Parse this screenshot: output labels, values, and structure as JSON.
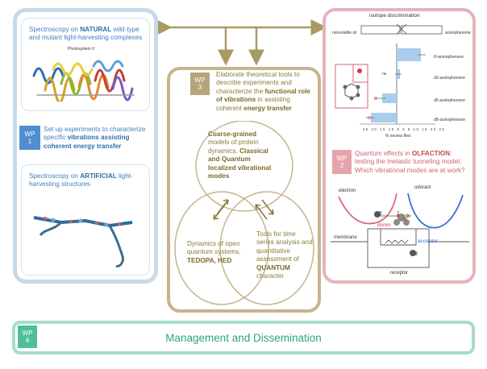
{
  "wp1": {
    "badge": "WP\n1",
    "natural_prefix": "Spectroscopy on ",
    "natural_bold": "NATURAL",
    "natural_suffix": " wild-type and mutant light-harvesting complexes",
    "photosystem_label": "Photosystem II",
    "setup_prefix": "Set up experiments to characterize specific ",
    "setup_bold1": "vibrations assisting coherent energy transfer",
    "artificial_prefix": "Spectroscopy on ",
    "artificial_bold": "ARTIFICIAL",
    "artificial_suffix": " light-harvesting structures"
  },
  "wp3": {
    "badge": "WP\n3",
    "intro_1": "Elaborate theoretical tools to describe experiments and characterize the ",
    "intro_bold1": "functional role of vibrations",
    "intro_2": " in assisting coherent ",
    "intro_bold2": "energy transfer",
    "circle_top_1": "Coarse-grained",
    "circle_top_2": " models of protein dynamics. ",
    "circle_top_3": "Classical and Quantum localized vibrational modes",
    "circle_left_1": "Dynamics of open quantum systems, ",
    "circle_left_bold": "TEDOPA, HED",
    "circle_right_1": "Tools for time series analysis and quantitative assessment of ",
    "circle_right_bold": "QUANTUM",
    "circle_right_2": " character"
  },
  "wp2": {
    "badge": "WP\n2",
    "title_1": "Quantum effects in ",
    "title_bold": "OLFACTION",
    "title_2": ": testing the Inelastic tunneling model. Which vibrational modes are at work?",
    "isotope_title": "isotope discrimination",
    "nonvolatile": "nonvolatile oil",
    "acetophenone": "acetophenone",
    "bar_labels": [
      "H-acetophenone",
      "d3-acetophenone",
      "d5-acetophenone",
      "d8-acetophenone"
    ],
    "xaxis": "% excess flies",
    "ticks": [
      "25",
      "20",
      "15",
      "10",
      "5",
      "0",
      "5",
      "10",
      "15",
      "20",
      "25"
    ],
    "ns": "ns",
    "electron": "electron",
    "odorant": "odorant",
    "donor": "donor",
    "acceptor": "acceptor",
    "membrane": "membrane",
    "receptor": "receptor",
    "n1": "1",
    "n2": "2",
    "n3": "3"
  },
  "wp4": {
    "badge": "WP\n4",
    "title": "Management and Dissemination"
  },
  "colors": {
    "wp1": "#4f8fcf",
    "wp3": "#b7a57a",
    "wp2": "#e7a3ab",
    "wp4": "#4fbf9a",
    "arrow": "#a89a62"
  }
}
